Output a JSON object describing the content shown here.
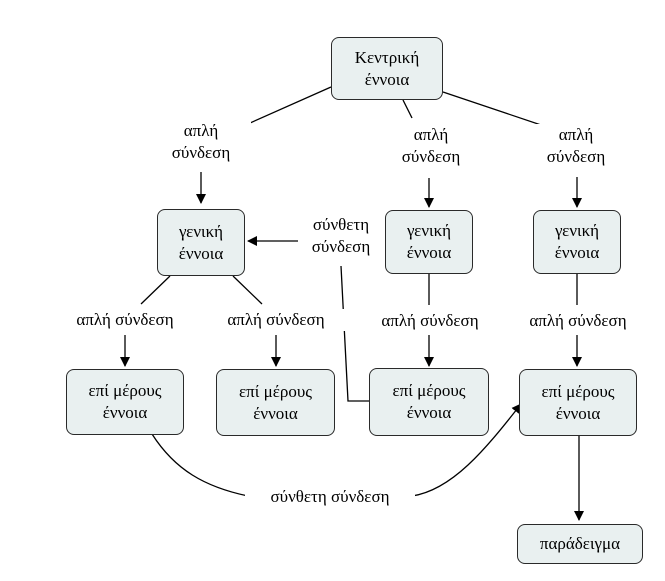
{
  "nodes": {
    "central": "Κεντρική\nέννοια",
    "general_1": "γενική\nέννοια",
    "general_2": "γενική\nέννοια",
    "general_3": "γενική\nέννοια",
    "partial_1": "επί μέρους\nέννοια",
    "partial_2": "επί μέρους\nέννοια",
    "partial_3": "επί μέρους\nέννοια",
    "partial_4": "επί μέρους\nέννοια",
    "example": "παράδειγμα"
  },
  "links": {
    "simple_1": "απλή\nσύνδεση",
    "simple_2": "απλή\nσύνδεση",
    "simple_3": "απλή\nσύνδεση",
    "composite_top": "σύνθετη\nσύνδεση",
    "simple_4": "απλή σύνδεση",
    "simple_5": "απλή σύνδεση",
    "simple_6": "απλή σύνδεση",
    "simple_7": "απλή σύνδεση",
    "composite_bottom": "σύνθετη σύνδεση"
  }
}
